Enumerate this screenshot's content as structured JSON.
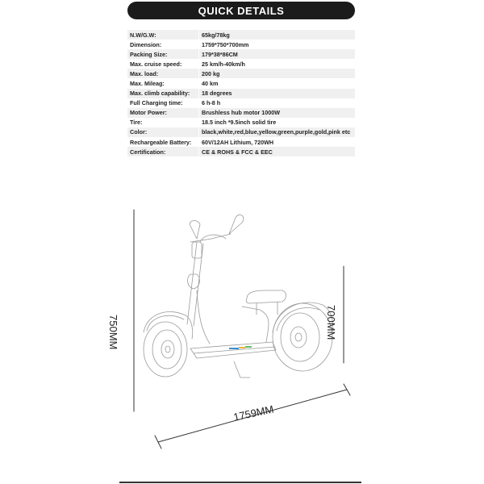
{
  "header": {
    "title": "QUICK DETAILS"
  },
  "specs": [
    {
      "key": "N.W/G.W:",
      "value": "65kg/78kg"
    },
    {
      "key": "Dimension:",
      "value": "1759*750*700mm"
    },
    {
      "key": "Packing Size:",
      "value": "179*38*86CM"
    },
    {
      "key": "Max. cruise speed:",
      "value": "25 km/h-40km/h"
    },
    {
      "key": "Max. load:",
      "value": "200 kg"
    },
    {
      "key": "Max. Mileag:",
      "value": "40 km"
    },
    {
      "key": "Max. climb capability:",
      "value": "18 degrees"
    },
    {
      "key": "Full Charging time:",
      "value": "6 h-8 h"
    },
    {
      "key": "Motor Power:",
      "value": "Brushless hub motor 1000W"
    },
    {
      "key": "Tire:",
      "value": "18.5 inch *9.5inch solid tire"
    },
    {
      "key": "Color:",
      "value": "black,white,red,blue,yellow,green,purple,gold,pink etc"
    },
    {
      "key": "Rechargeable Battery:",
      "value": "60V/12AH Lithium, 720WH"
    },
    {
      "key": "Certification:",
      "value": "CE & ROHS & FCC & EEC"
    }
  ],
  "dimensions": {
    "height_label": "750MM",
    "seat_height_label": "700MM",
    "length_label": "1759MM"
  }
}
